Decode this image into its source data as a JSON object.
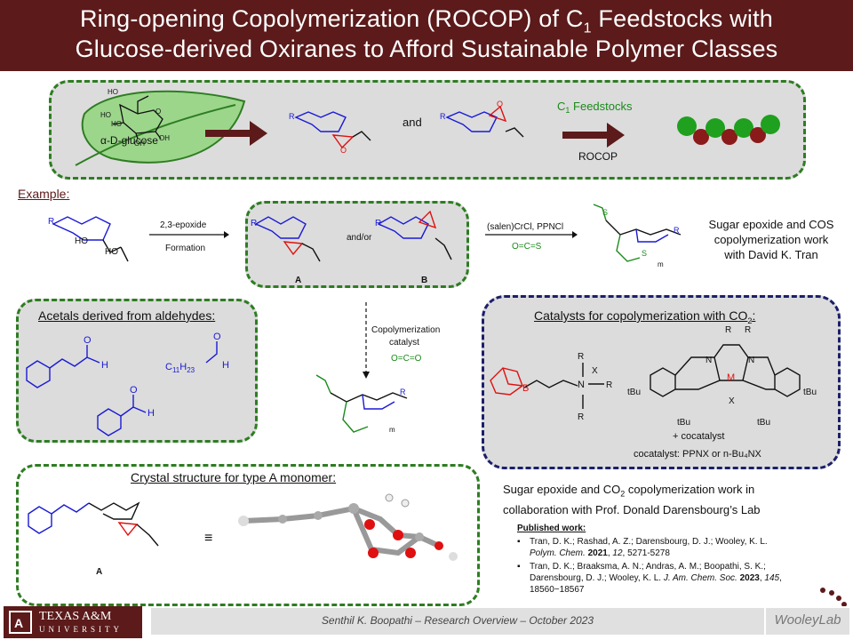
{
  "title": {
    "line1": "Ring-opening Copolymerization (ROCOP) of C",
    "line1_sub": "1",
    "line1_end": " Feedstocks with",
    "line2": "Glucose-derived Oxiranes to Afford Sustainable Polymer Classes"
  },
  "top_panel": {
    "leaf_label": "α-D-glucose",
    "and": "and",
    "c1_label": "C",
    "c1_sub": "1",
    "c1_end": " Feedstocks",
    "rocop": "ROCOP",
    "ho_labels": [
      "HO",
      "HO",
      "HO",
      "OH",
      "OH"
    ],
    "ring_o": "O",
    "r": "R"
  },
  "example": {
    "heading": "Example:",
    "step1_top": "2,3-epoxide",
    "step1_bottom": "Formation",
    "andor": "and/or",
    "label_a": "A",
    "label_b": "B",
    "catalyst": "(salen)CrCl, PPNCl",
    "cos": "O=C=S",
    "sugar_note": "Sugar epoxide and COS copolymerization work with David K. Tran",
    "sugar_note_lines": [
      "Sugar epoxide and COS",
      "copolymerization work",
      "with David K. Tran"
    ],
    "s": "S",
    "m": "m"
  },
  "acetals": {
    "heading": "Acetals derived from aldehydes:",
    "c11": "C",
    "c11_sub1": "11",
    "h23": "H",
    "h23_sub": "23",
    "o": "O",
    "h": "H"
  },
  "middle": {
    "copoly": "Copolymerization",
    "catalyst": "catalyst",
    "co2": "O=C=O"
  },
  "catalysts": {
    "heading": "Catalysts for copolymerization with CO",
    "heading_sub": "2",
    "heading_end": ":",
    "cocatalyst": "+ cocatalyst",
    "cocatalyst_line": "cocatalyst: PPNX or n-Bu₄NX",
    "r": "R",
    "x": "X",
    "n": "N",
    "m": "M",
    "tbu": "tBu",
    "b": "B"
  },
  "crystal": {
    "heading": "Crystal structure  for type A monomer:",
    "label_a": "A",
    "equiv": "≡"
  },
  "co2_note": {
    "line1": "Sugar epoxide and CO",
    "line1_sub": "2",
    "line1_end": " copolymerization work in",
    "line2": "collaboration with Prof. Donald Darensbourg’s Lab"
  },
  "published": {
    "heading": "Published work:",
    "ref1_line1": "Tran, D. K.; Rashad, A. Z.; Darensbourg, D. J.; Wooley, K. L.",
    "ref1_journal": "Polym. Chem.",
    "ref1_year": "2021",
    "ref1_vol": "12",
    "ref1_pages": "5271-5278",
    "ref2_line1": "Tran, D. K.; Braaksma, A. N.; Andras, A. M.; Boopathi, S. K.;",
    "ref2_line2a": "Darensbourg, D. J.; Wooley, K. L. ",
    "ref2_journal": "J. Am. Chem. Soc.",
    "ref2_year": "2023",
    "ref2_vol": "145",
    "ref2_pages": "18560−18567"
  },
  "footer": {
    "university_top": "TEXAS A&M",
    "university_bottom": "UNIVERSITY",
    "center": "Senthil K. Boopathi – Research Overview  – October 2023",
    "lab": "WooleyLab"
  },
  "colors": {
    "maroon": "#5c1a1a",
    "green_border": "#2e7d22",
    "navy_border": "#1c1f6b",
    "polymer_green": "#1fa01f",
    "polymer_red": "#8b1a1a"
  }
}
